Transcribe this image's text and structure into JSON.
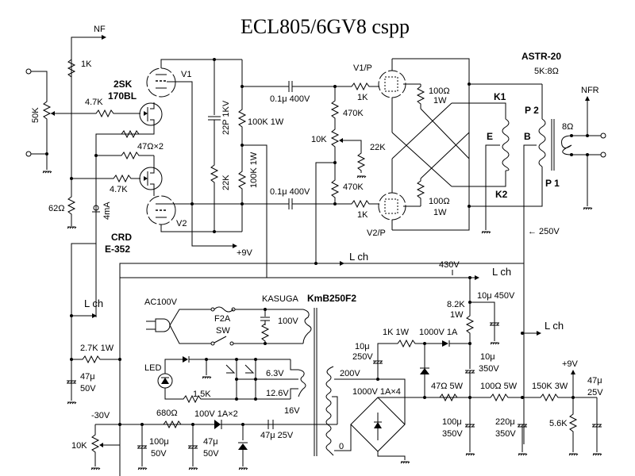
{
  "title": "ECL805/6GV8 cspp",
  "input": {
    "nf_label": "NF",
    "r_1k": "1K",
    "pot_50k": "50K",
    "r_4k7_top": "4.7K",
    "r_4k7_bot": "4.7K",
    "fet_part": [
      "2SK",
      "170BL"
    ],
    "r_47x2": "47Ω×2",
    "r_62": "62Ω",
    "crd_current": "4mA",
    "crd_part": [
      "CRD",
      "E-352"
    ],
    "v1": "V1",
    "v2": "V2",
    "plus9v": "+9V"
  },
  "driver": {
    "c22p": "22P 1KV",
    "r22k": "22K",
    "r100k_top": "100K 1W",
    "r100k_bot": "100K 1W",
    "cap_top": "0.1μ 400V",
    "cap_bot": "0.1μ 400V",
    "r470k_top": "470K",
    "r470k_bot": "470K",
    "pot_10k": "10K",
    "r22k_bias": "22K",
    "lch1": "L ch"
  },
  "output": {
    "v1p": "V1/P",
    "v2p": "V2/P",
    "grid_r_top": "1K",
    "grid_r_bot": "1K",
    "screen_r_top": [
      "100Ω",
      "1W"
    ],
    "screen_r_bot": [
      "100Ω",
      "1W"
    ],
    "k1": "K1",
    "k2": "K2",
    "e": "E",
    "b": "B",
    "p1": "P 1",
    "p2": "P 2",
    "transformer": "ASTR-20",
    "ratio": "5K:8Ω",
    "secondary": "8Ω",
    "nfr": "NFR",
    "v250": "← 250V"
  },
  "power": {
    "lch_430": "L ch",
    "v430": "430V",
    "lch_left": "L ch",
    "lch_right": "L ch",
    "kasuga": "KASUGA",
    "pt_model": "KmB250F2",
    "ac100v": "AC100V",
    "fuse": "F2A",
    "sw": "SW",
    "v100": "100V",
    "led": "LED",
    "r1k5": "1.5K",
    "v63": "6.3V",
    "v126": "12.6V",
    "v16": "16V",
    "r2k7": "2.7K 1W",
    "c47_50_left": [
      "47μ",
      "50V"
    ],
    "neg30": "-30V",
    "pot10k": "10K",
    "c100_50": [
      "100μ",
      "50V"
    ],
    "r680": "680Ω",
    "c47_50": [
      "47μ",
      "50V"
    ],
    "diode_x2": "100V 1A×2",
    "c47_25_neg": "47μ 25V",
    "v200": "200V",
    "zero": "0",
    "bridge": "1000V 1A×4",
    "c10_250": [
      "10μ",
      "250V"
    ],
    "r1k1w": "1K 1W",
    "d1000": "1000V 1A",
    "r8k2": [
      "8.2K",
      "1W"
    ],
    "c10_450": "10μ 450V",
    "c10_350": [
      "10μ",
      "350V"
    ],
    "r47_5w": "47Ω 5W",
    "r100_5w": "100Ω 5W",
    "r150k": "150K 3W",
    "c100_350": [
      "100μ",
      "350V"
    ],
    "c220_350": [
      "220μ",
      "350V"
    ],
    "r5k6": "5.6K",
    "plus9v": "+9V",
    "c47_25": [
      "47μ",
      "25V"
    ]
  }
}
